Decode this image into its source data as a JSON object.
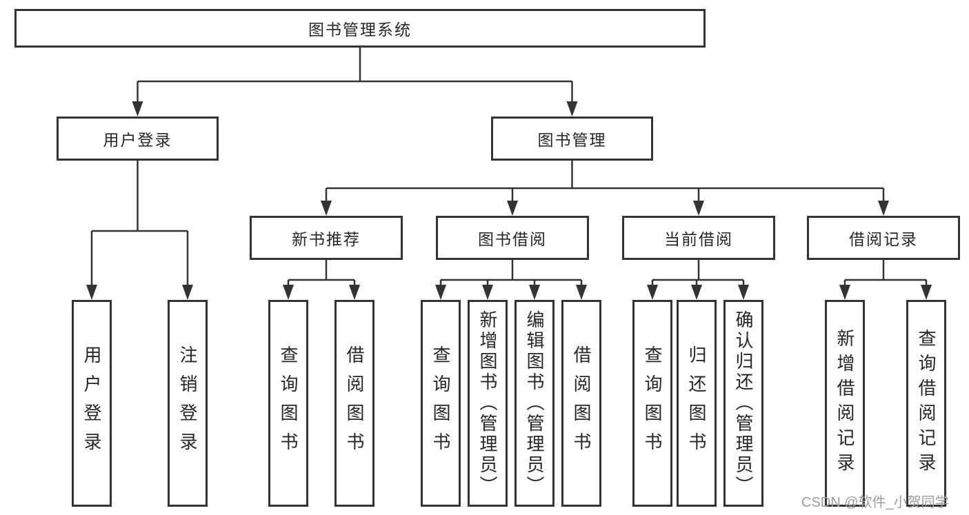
{
  "diagram": {
    "root": {
      "label": "图书管理系统"
    },
    "branches": [
      {
        "label": "用户登录",
        "children": [
          {
            "label": "用户登录"
          },
          {
            "label": "注销登录"
          }
        ]
      },
      {
        "label": "图书管理",
        "children": [
          {
            "label": "新书推荐",
            "children": [
              {
                "label": "查询图书"
              },
              {
                "label": "借阅图书"
              }
            ]
          },
          {
            "label": "图书借阅",
            "children": [
              {
                "label": "查询图书"
              },
              {
                "label": "新增图书（管理员）"
              },
              {
                "label": "编辑图书（管理员）"
              },
              {
                "label": "借阅图书"
              }
            ]
          },
          {
            "label": "当前借阅",
            "children": [
              {
                "label": "查询图书"
              },
              {
                "label": "归还图书"
              },
              {
                "label": "确认归还（管理员）"
              }
            ]
          },
          {
            "label": "借阅记录",
            "children": [
              {
                "label": "新增借阅记录"
              },
              {
                "label": "查询借阅记录"
              }
            ]
          }
        ]
      }
    ]
  },
  "watermark": {
    "text": "CSDN @软件_小贺同学"
  },
  "colors": {
    "line": "#333333",
    "text": "#262626",
    "watermark": "#9c9c9c",
    "background": "#ffffff"
  }
}
